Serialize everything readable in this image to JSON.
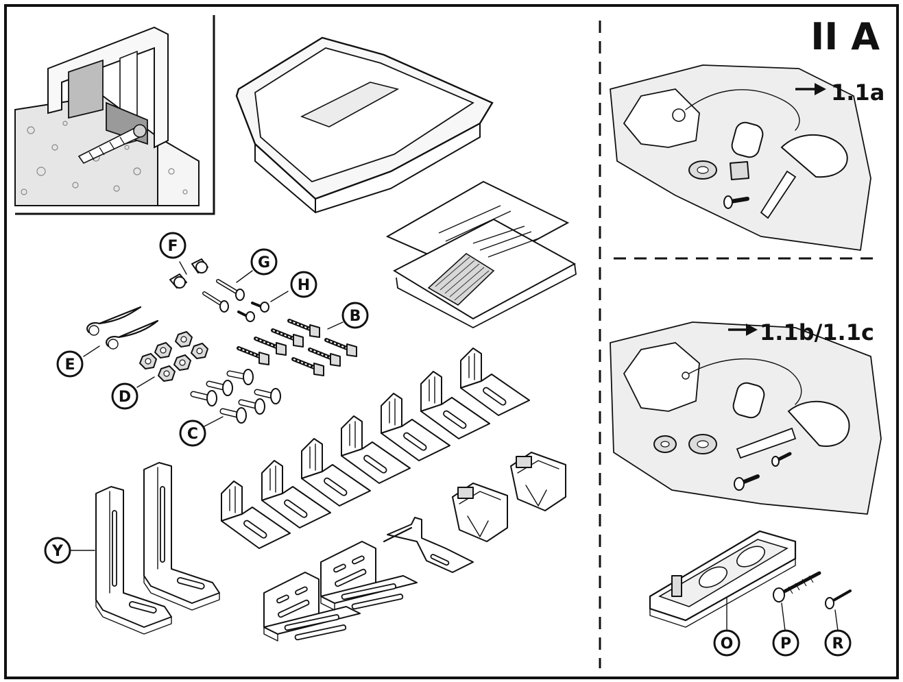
{
  "header": {
    "title": "II A"
  },
  "callouts": {
    "bag_top": "1.1a",
    "bag_bottom": "1.1b/1.1c"
  },
  "labels": {
    "F": "F",
    "G": "G",
    "H": "H",
    "B": "B",
    "E": "E",
    "D": "D",
    "C": "C",
    "Y": "Y",
    "O": "O",
    "P": "P",
    "R": "R"
  }
}
